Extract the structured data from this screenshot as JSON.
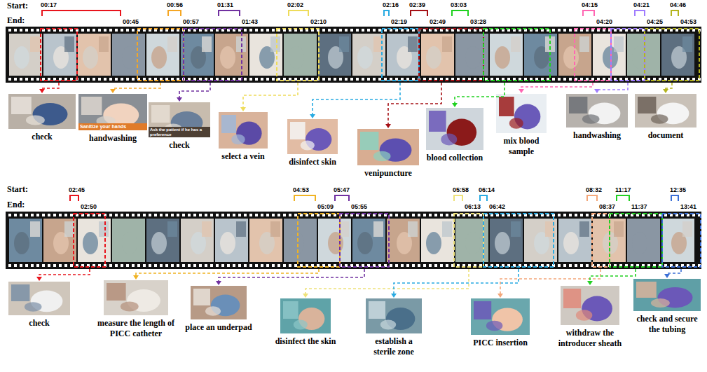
{
  "diagram": {
    "nodes": [
      {
        "text": [
          "check"
        ]
      },
      {
        "text": [
          "handwashing"
        ]
      },
      {
        "text": [
          "check"
        ]
      },
      {
        "text": [
          "select a vein"
        ]
      },
      {
        "text": [
          "disinfect skin"
        ]
      },
      {
        "text": [
          "venipuncture"
        ]
      },
      {
        "text": [
          "blood collection"
        ]
      },
      {
        "text": [
          "mix blood sample"
        ]
      },
      {
        "text": [
          "handwashing"
        ]
      },
      {
        "text": [
          "document"
        ]
      },
      {
        "text": [
          "check"
        ]
      },
      {
        "text": [
          "measure the length of PICC catheter"
        ]
      },
      {
        "text": [
          "place an underpad"
        ]
      },
      {
        "text": [
          "disinfect the skin"
        ]
      },
      {
        "text": [
          "establish a sterile zone"
        ]
      },
      {
        "text": [
          "PICC insertion"
        ]
      },
      {
        "text": [
          "withdraw the introducer sheath"
        ]
      },
      {
        "text": [
          "check and secure the tubing"
        ]
      }
    ],
    "labels": [
      "Start:",
      "End:",
      "00:17",
      "00:45",
      "00:56",
      "00:57",
      "01:31",
      "01:43",
      "02:02",
      "02:10",
      "02:16",
      "02:19",
      "02:39",
      "02:49",
      "03:03",
      "03:28",
      "04:15",
      "04:20",
      "04:21",
      "04:25",
      "04:46",
      "04:53",
      "Sanitize your hands",
      "Ask the patient if he has a preference",
      "Start:",
      "End:",
      "02:45",
      "02:50",
      "04:53",
      "05:09",
      "05:47",
      "05:55",
      "05:58",
      "06:13",
      "06:14",
      "06:42",
      "08:32",
      "08:37",
      "11:17",
      "11:37",
      "12:35",
      "13:41"
    ]
  }
}
